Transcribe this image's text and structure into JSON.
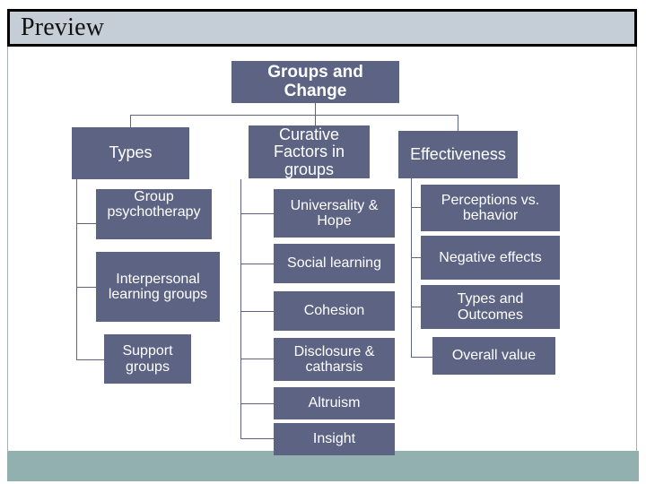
{
  "window": {
    "header_title": "Preview"
  },
  "theme": {
    "header_bg": "#c5ced6",
    "header_border": "#000000",
    "node_fill": "#5d6483",
    "node_text": "#ffffff",
    "connector": "#5d6483",
    "footer_band": "#93b0b0",
    "canvas": "#ffffff"
  },
  "diagram": {
    "type": "org-chart",
    "root": {
      "label": "Groups and Change"
    },
    "branches": [
      {
        "label": "Types",
        "children": [
          {
            "label": "Group psychotherapy"
          },
          {
            "label": "Interpersonal learning groups"
          },
          {
            "label": "Support groups"
          }
        ]
      },
      {
        "label": "Curative Factors in groups",
        "children": [
          {
            "label": "Universality & Hope"
          },
          {
            "label": "Social learning"
          },
          {
            "label": "Cohesion"
          },
          {
            "label": "Disclosure & catharsis"
          },
          {
            "label": "Altruism"
          },
          {
            "label": "Insight"
          }
        ]
      },
      {
        "label": "Effectiveness",
        "children": [
          {
            "label": "Perceptions vs. behavior"
          },
          {
            "label": "Negative effects"
          },
          {
            "label": "Types and Outcomes"
          },
          {
            "label": "Overall value"
          }
        ]
      }
    ]
  }
}
